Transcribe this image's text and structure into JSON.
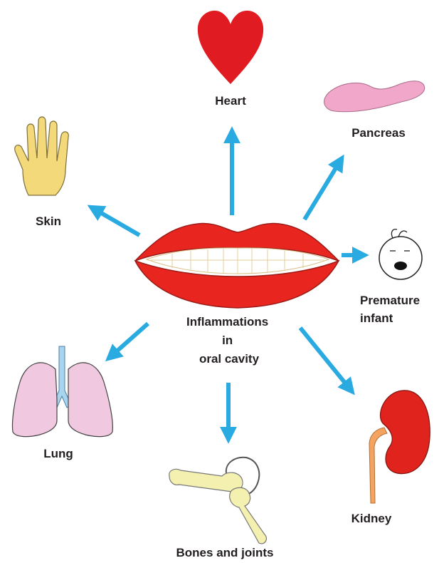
{
  "diagram": {
    "center_label_lines": [
      "Inflammations",
      "in",
      "oral cavity"
    ],
    "organs": {
      "heart": "Heart",
      "pancreas": "Pancreas",
      "skin": "Skin",
      "premature_infant_lines": [
        "Premature",
        "infant"
      ],
      "lung": "Lung",
      "kidney": "Kidney",
      "bones_joints": "Bones and joints"
    }
  },
  "colors": {
    "arrow": "#29aae1",
    "lips": "#e8251f",
    "heart": "#e11b22",
    "pancreas": "#f1a7c9",
    "hand": "#f3d97a",
    "lung": "#f0c8e0",
    "trachea": "#a9d4ee",
    "kidney": "#e0231c",
    "ureter": "#f4a460",
    "bone": "#f3f0b0"
  }
}
